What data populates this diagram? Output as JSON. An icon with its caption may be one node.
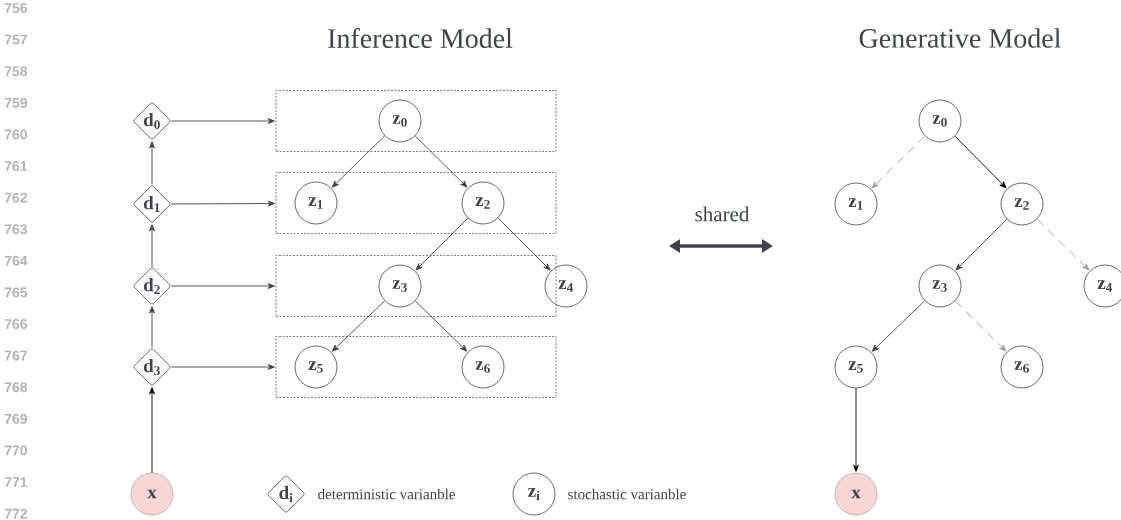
{
  "diagram": {
    "nodes": [
      {
        "text": [
          "d$_{0}$"
        ]
      },
      {
        "text": [
          "d$_{1}$"
        ]
      },
      {
        "text": [
          "d$_{2}$"
        ]
      },
      {
        "text": [
          "d$_{3}$"
        ]
      },
      {
        "text": [
          "x"
        ]
      },
      {
        "text": [],
        "shape": "box"
      },
      {
        "text": [],
        "shape": "box"
      },
      {
        "text": [],
        "shape": "box"
      },
      {
        "text": [],
        "shape": "box"
      },
      {
        "text": [
          "z$_{0}$"
        ],
        "in": 5
      },
      {
        "text": [
          "z$_{1}$"
        ],
        "in": 6
      },
      {
        "text": [
          "z$_{2}$"
        ],
        "in": 6
      },
      {
        "text": [
          "z$_{3}$"
        ],
        "in": 7
      },
      {
        "text": [
          "z$_{4}$"
        ]
      },
      {
        "text": [
          "z$_{5}$"
        ],
        "in": 8
      },
      {
        "text": [
          "z$_{6}$"
        ],
        "in": 8
      },
      {
        "text": [
          "z$_{0}$"
        ]
      },
      {
        "text": [
          "z$_{1}$"
        ]
      },
      {
        "text": [
          "z$_{2}$"
        ]
      },
      {
        "text": [
          "z$_{3}$"
        ]
      },
      {
        "text": [
          "z$_{4}$"
        ]
      },
      {
        "text": [
          "z$_{5}$"
        ]
      },
      {
        "text": [
          "z$_{6}$"
        ]
      },
      {
        "text": [
          "x"
        ]
      },
      {
        "text": [
          "d$_{i}$"
        ],
        "beside": [
          "deterministic varianble"
        ]
      },
      {
        "text": [
          "z$_{i}$"
        ],
        "beside": [
          "stochastic varianble"
        ]
      }
    ],
    "edges": [
      {
        "from": 4,
        "to": 3,
        "arrow": "to",
        "color": "#000000"
      },
      {
        "from": 3,
        "to": 2,
        "arrow": "to"
      },
      {
        "from": 2,
        "to": 1,
        "arrow": "to"
      },
      {
        "from": 1,
        "to": 0,
        "arrow": "to"
      },
      {
        "from": 0,
        "to": 5,
        "arrow": "to"
      },
      {
        "from": 1,
        "to": 6,
        "arrow": "to"
      },
      {
        "from": 2,
        "to": 7,
        "arrow": "to"
      },
      {
        "from": 3,
        "to": 8,
        "arrow": "to"
      },
      {
        "from": 9,
        "to": 10,
        "arrow": "to"
      },
      {
        "from": 9,
        "to": 11,
        "arrow": "to"
      },
      {
        "from": 11,
        "to": 12,
        "arrow": "to"
      },
      {
        "from": 11,
        "to": 13,
        "arrow": "to"
      },
      {
        "from": 12,
        "to": 14,
        "arrow": "to"
      },
      {
        "from": 12,
        "to": 15,
        "arrow": "to"
      },
      {
        "from": 16,
        "to": 17,
        "arrow": "to",
        "style": "dashed",
        "color": "#9aa0a8"
      },
      {
        "from": 16,
        "to": 18,
        "arrow": "to",
        "color": "#000000"
      },
      {
        "from": 18,
        "to": 19,
        "arrow": "to"
      },
      {
        "from": 18,
        "to": 20,
        "arrow": "to",
        "style": "dashed",
        "color": "#9aa0a8"
      },
      {
        "from": 19,
        "to": 21,
        "arrow": "to"
      },
      {
        "from": 19,
        "to": 22,
        "arrow": "to",
        "style": "dashed",
        "color": "#9aa0a8"
      },
      {
        "from": 21,
        "to": 23,
        "arrow": "to",
        "color": "#000000"
      }
    ],
    "labels": [
      "756",
      "757",
      "Inference Model",
      "Generative Model",
      "758",
      "759",
      "760",
      "761",
      "762",
      "shared",
      "763",
      "764",
      "765",
      "766",
      "767",
      "768",
      "769",
      "770",
      "771",
      "772"
    ]
  }
}
